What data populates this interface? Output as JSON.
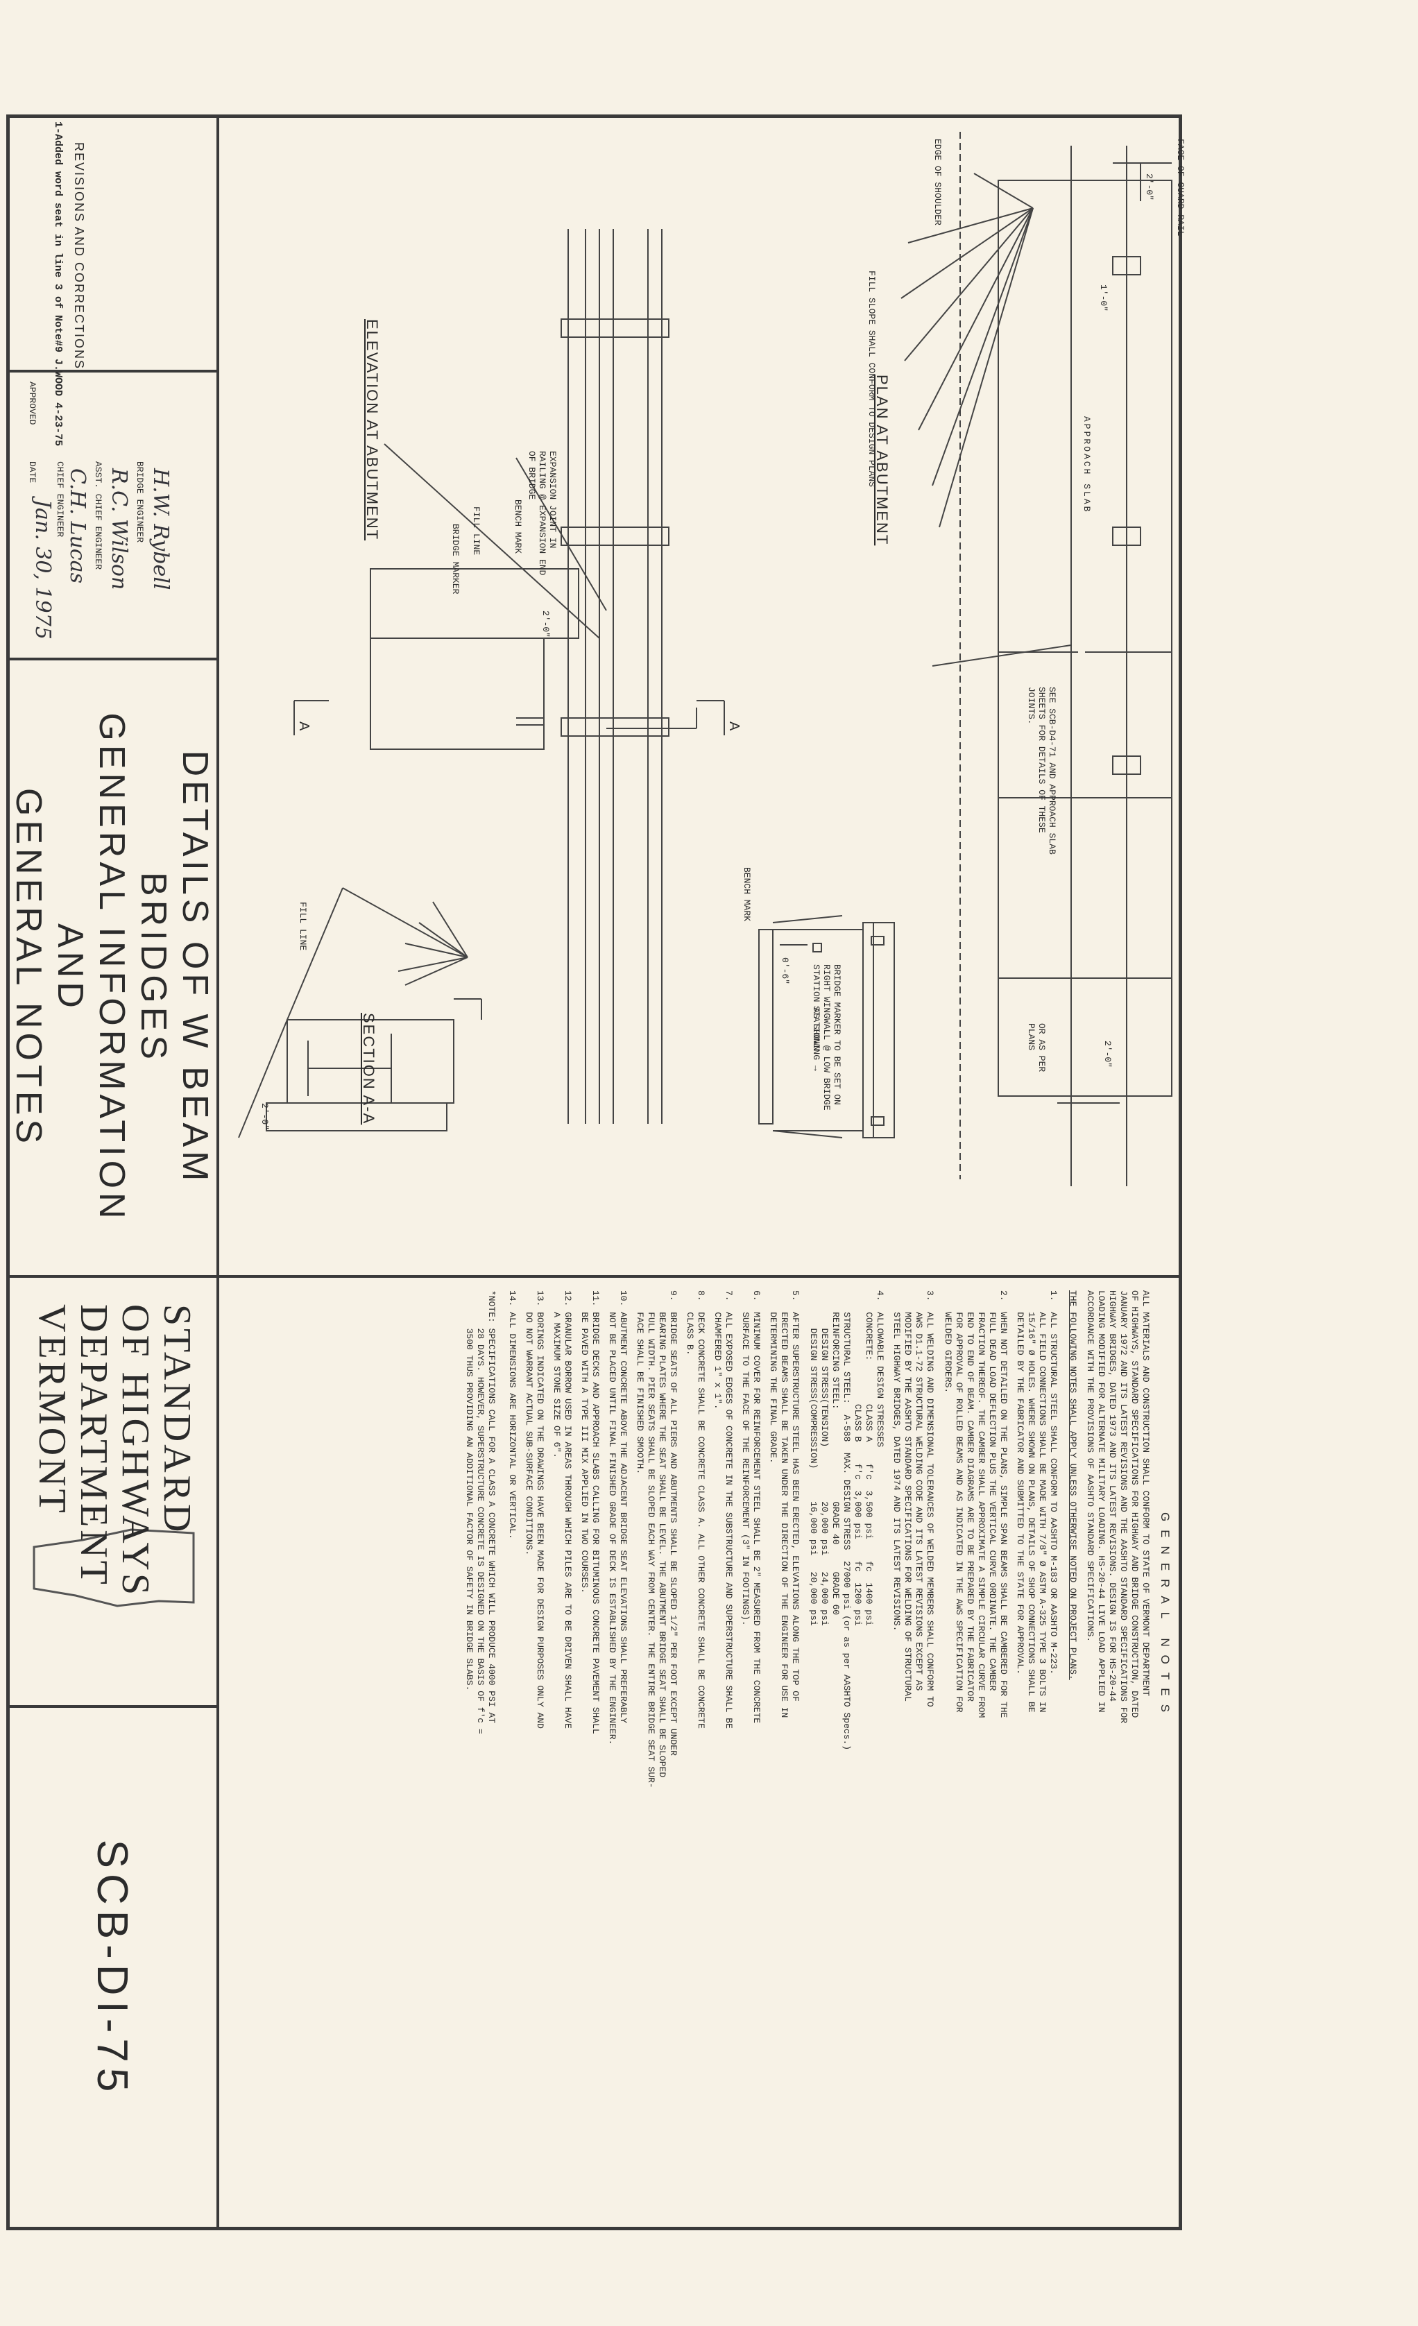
{
  "sheet": {
    "number": "SCB-DI-75",
    "title_lines": [
      "DETAILS OF W BEAM BRIDGES",
      "GENERAL INFORMATION",
      "AND",
      "GENERAL NOTES"
    ],
    "agency_lines": [
      "VERMONT",
      "DEPARTMENT",
      "OF HIGHWAYS",
      "STANDARD"
    ]
  },
  "revisions": {
    "heading": "REVISIONS AND CORRECTIONS",
    "entry": "1-Added word seat in line 3 of Note#9   J.WOOD 4-23-75"
  },
  "approval": {
    "label": "APPROVED",
    "date_label": "DATE",
    "date_value": "Jan. 30, 1975",
    "signatures": [
      {
        "name": "C.H. Lucas",
        "role": "CHIEF ENGINEER"
      },
      {
        "name": "R.C. Wilson",
        "role": "ASST. CHIEF ENGINEER"
      },
      {
        "name": "H.W. Rybell",
        "role": "BRIDGE ENGINEER"
      }
    ]
  },
  "views": {
    "plan": {
      "title": "PLAN AT ABUTMENT",
      "labels": {
        "face_guard_rail": "FACE OF GUARD RAIL",
        "edge_shoulder": "EDGE OF SHOULDER",
        "dim_2ft": "2'-0\"",
        "dim_1ft": "1'-0\"",
        "approach_slab": "APPROACH SLAB",
        "fill_slope": "FILL SLOPE SHALL CONFORM TO DESIGN PLANS",
        "see_scb": "SEE SCB-D4-71 AND APPROACH SLAB SHEETS FOR DETAILS OF THESE JOINTS.",
        "dim_2ft_b": "2'-0\"",
        "or_as_per": "OR AS PER PLANS"
      }
    },
    "elevation": {
      "title": "ELEVATION AT ABUTMENT",
      "labels": {
        "expansion_joint": "EXPANSION JOINT IN RAILING @ EXPANSION END OF BRIDGE",
        "bench_mark": "BENCH MARK",
        "fill_line": "FILL LINE",
        "bridge_marker": "BRIDGE MARKER",
        "dim": "2'-0\"",
        "section_a1": "A",
        "section_a2": "A"
      }
    },
    "marker": {
      "labels": {
        "stationing": "STATIONING →",
        "bench_mark": "BENCH MARK",
        "dim": "0'-6\"",
        "note": "BRIDGE MARKER TO BE SET ON RIGHT WINGWALL @ LOW BRIDGE STATION AS SHOWN"
      }
    },
    "section": {
      "title": "SECTION A-A",
      "labels": {
        "fill_line": "FILL LINE",
        "dim": "2'-0\""
      }
    }
  },
  "general_notes": {
    "heading": "GENERAL NOTES",
    "intro": "ALL MATERIALS AND CONSTRUCTION SHALL CONFORM TO STATE OF VERMONT DEPARTMENT\nOF HIGHWAYS, STANDARD SPECIFICATIONS FOR HIGHWAY AND BRIDGE CONSTRUCTION, DATED\nJANUARY 1972 AND ITS LATEST REVISIONS AND THE AASHTO STANDARD SPECIFICATIONS FOR\nHIGHWAY BRIDGES, DATED 1973 AND ITS LATEST REVISIONS. DESIGN IS FOR HS-20-44\nLOADING MODIFIED FOR ALTERNATE MILITARY LOADING. HS-20-44 LIVE LOAD APPLIED IN\nACCORDANCE WITH THE PROVISIONS OF AASHTO STANDARD SPECIFICATIONS.",
    "apply": "THE FOLLOWING NOTES SHALL APPLY UNLESS OTHERWISE NOTED ON PROJECT PLANS.",
    "items": [
      "1.  ALL STRUCTURAL STEEL SHALL CONFORM TO AASHTO M-183 OR AASHTO M-223.\n    ALL FIELD CONNECTIONS SHALL BE MADE WITH 7/8\" Ø ASTM A-325 TYPE 3 BOLTS IN\n    15/16\" Ø HOLES. WHERE SHOWN ON PLANS, DETAILS OF SHOP CONNECTIONS SHALL BE\n    DETAILED BY THE FABRICATOR AND SUBMITTED TO THE STATE FOR APPROVAL.",
      "2.  WHEN NOT DETAILED ON THE PLANS, SIMPLE SPAN BEAMS SHALL BE CAMBERED FOR THE\n    FULL DEAD LOAD DEFLECTION PLUS THE VERTICAL CURVE ORDINATE. THE CAMBER\n    FRACTION THEREOF. THE CAMBER SHALL APPROXIMATE A SIMPLE CIRCULAR CURVE FROM\n    END TO END OF BEAM. CAMBER DIAGRAMS ARE TO BE PREPARED BY THE FABRICATOR\n    FOR APPROVAL OF ROLLED BEAMS AND AS INDICATED IN THE AWS SPECIFICATION FOR\n    WELDED GIRDERS.",
      "3.  ALL WELDING AND DIMENSIONAL TOLERANCES OF WELDED MEMBERS SHALL CONFORM TO\n    AWS D1.1-72 STRUCTURAL WELDING CODE AND ITS LATEST REVISIONS EXCEPT AS\n    MODIFIED BY THE AASHTO STANDARD SPECIFICATIONS FOR WELDING OF STRUCTURAL\n    STEEL HIGHWAY BRIDGES, DATED 1974 AND ITS LATEST REVISIONS.",
      "4.  ALLOWABLE DESIGN STRESSES\n    CONCRETE:        CLASS A    f'c  3,500 psi    fc  1400 psi\n                     CLASS B    f'c  3,000 psi    fc  1200 psi\n    STRUCTURAL STEEL:  A-588  MAX. DESIGN STRESS  27000 psi (or as per AASHTO Specs.)\n    REINFORCING STEEL:                 GRADE 40     GRADE 60\n       DESIGN STRESS(TENSION)          20,000 psi   24,000 psi\n       DESIGN STRESS(COMPRESSION)      16,000 psi   20,000 psi",
      "5.  AFTER SUPERSTRUCTURE STEEL HAS BEEN ERECTED, ELEVATIONS ALONG THE TOP OF\n    ERECTED BEAMS SHALL BE TAKEN UNDER THE DIRECTION OF THE ENGINEER FOR USE IN\n    DETERMINING THE FINAL GRADE.",
      "6.  MINIMUM COVER FOR REINFORCEMENT STEEL SHALL BE 2\" MEASURED FROM THE CONCRETE\n    SURFACE TO THE FACE OF THE REINFORCEMENT (3\" IN FOOTINGS).",
      "7.  ALL EXPOSED EDGES OF CONCRETE IN THE SUBSTRUCTURE AND SUPERSTRUCTURE SHALL BE\n    CHAMFERED 1\" x 1\".",
      "8.  DECK CONCRETE SHALL BE CONCRETE CLASS A. ALL OTHER CONCRETE SHALL BE CONCRETE\n    CLASS B.",
      "9.  BRIDGE SEATS OF ALL PIERS AND ABUTMENTS SHALL BE SLOPED 1/2\" PER FOOT EXCEPT UNDER\n    BEARING PLATES WHERE THE SEAT SHALL BE LEVEL. THE ABUTMENT BRIDGE SEAT SHALL BE SLOPED\n    FULL WIDTH. PIER SEATS SHALL BE SLOPED EACH WAY FROM CENTER. THE ENTIRE BRIDGE SEAT SUR-\n    FACE SHALL BE FINISHED SMOOTH.",
      "10. ABUTMENT CONCRETE ABOVE THE ADJACENT BRIDGE SEAT ELEVATIONS SHALL PREFERABLY\n    NOT BE PLACED UNTIL FINAL FINISHED GRADE OF DECK IS ESTABLISHED BY THE ENGINEER.",
      "11. BRIDGE DECKS AND APPROACH SLABS CALLING FOR BITUMINOUS CONCRETE PAVEMENT SHALL\n    BE PAVED WITH A TYPE III MIX APPLIED IN TWO COURSES.",
      "12. GRANULAR BORROW USED IN AREAS THROUGH WHICH PILES ARE TO BE DRIVEN SHALL HAVE\n    A MAXIMUM STONE SIZE OF 6\".",
      "13. BORINGS INDICATED ON THE DRAWINGS HAVE BEEN MADE FOR DESIGN PURPOSES ONLY AND\n    DO NOT WARRANT ACTUAL SUB-SURFACE CONDITIONS.",
      "14. ALL DIMENSIONS ARE HORIZONTAL OR VERTICAL."
    ],
    "footnote": "*NOTE: SPECIFICATIONS CALL FOR A CLASS A CONCRETE WHICH WILL PRODUCE 4000 PSI AT\n       28 DAYS. HOWEVER, SUPERSTRUCTURE CONCRETE IS DESIGNED ON THE BASIS OF f'c =\n       3500 THUS PROVIDING AN ADDITIONAL FACTOR OF SAFETY IN BRIDGE SLABS."
  }
}
